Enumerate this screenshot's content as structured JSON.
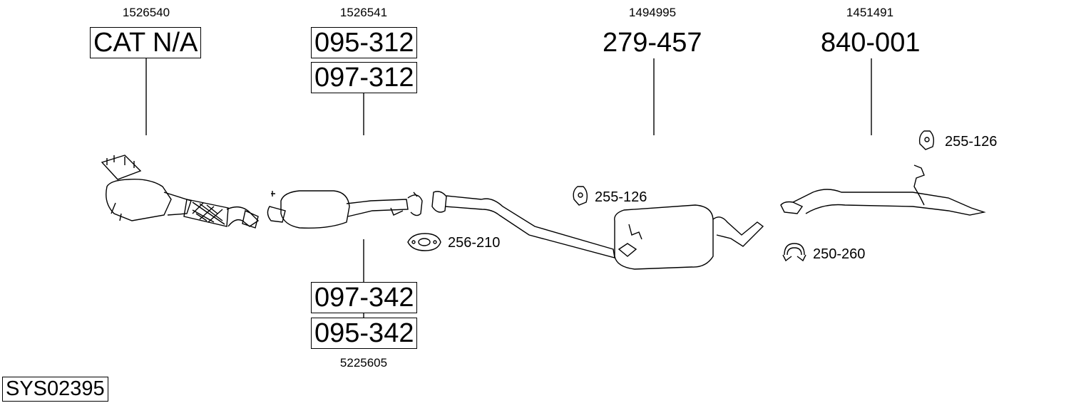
{
  "groups": [
    {
      "oe": "1526540",
      "codes": [
        "CAT N/A"
      ]
    },
    {
      "oe": "1526541",
      "codes_top": [
        "095-312",
        "097-312"
      ],
      "codes_bottom": [
        "097-342",
        "095-342"
      ],
      "oe_bottom": "5225605"
    },
    {
      "oe": "1494995",
      "code": "279-457"
    },
    {
      "oe": "1451491",
      "code": "840-001"
    }
  ],
  "accessories": {
    "hanger_1": "255-126",
    "hanger_2": "255-126",
    "gasket": "256-210",
    "clamp": "250-260"
  },
  "system_id": "SYS02395"
}
